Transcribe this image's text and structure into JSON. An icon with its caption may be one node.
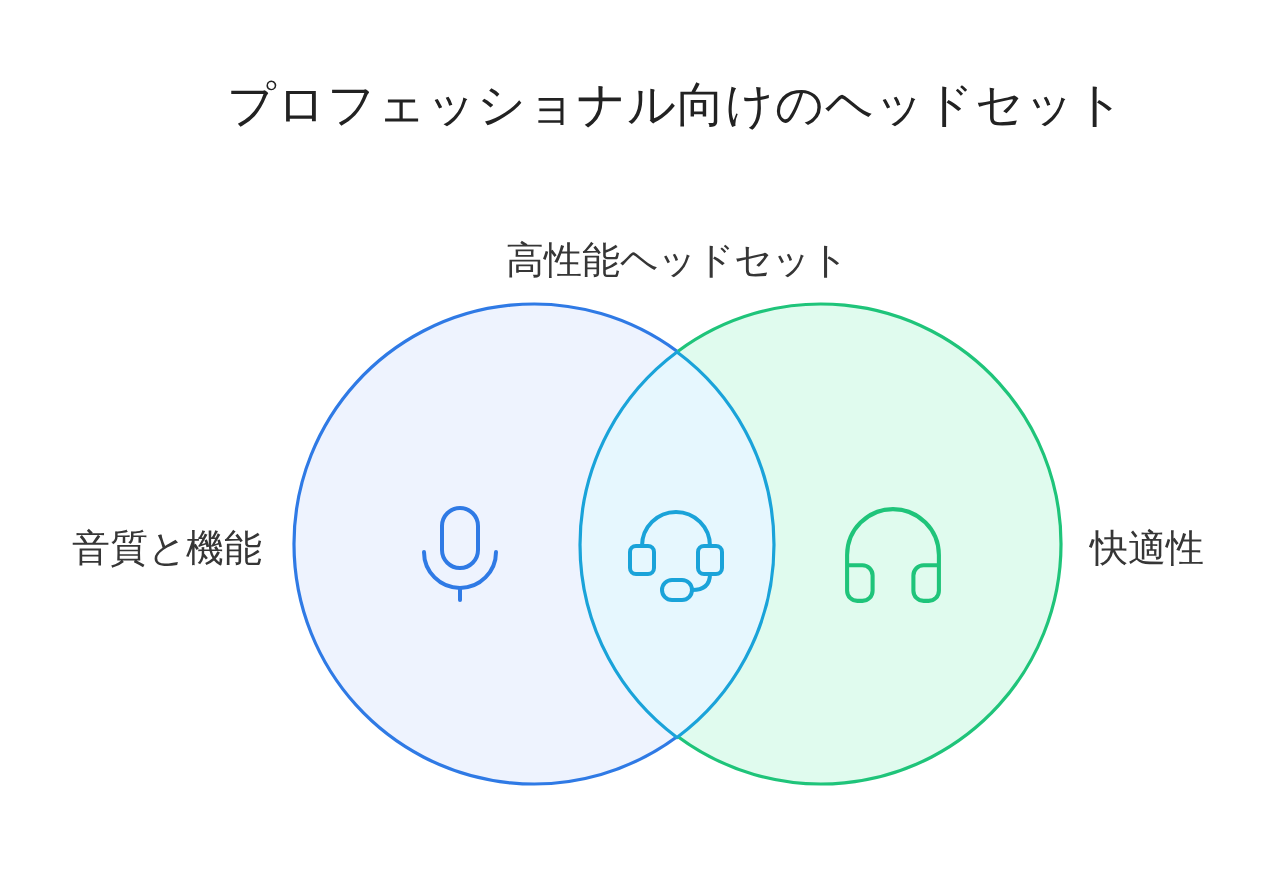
{
  "diagram": {
    "title": "プロフェッショナル向けのヘッドセット",
    "nodes": [
      {
        "text": [
          "音質と機能"
        ]
      },
      {
        "text": [
          "快適性"
        ]
      },
      {
        "text": [
          "高性能ヘッドセット"
        ]
      }
    ]
  }
}
